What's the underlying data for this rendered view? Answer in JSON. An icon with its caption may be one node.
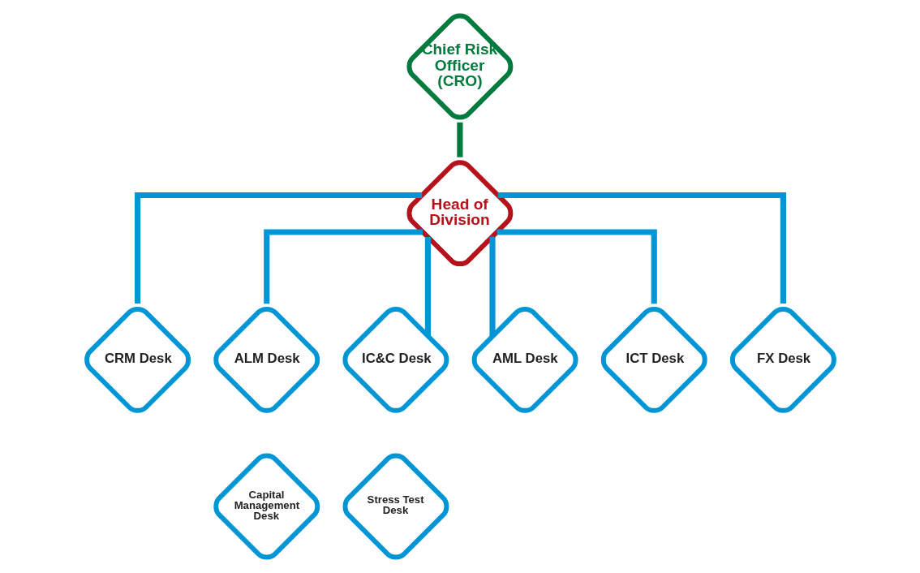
{
  "diagram": {
    "nodes": [
      {
        "text": [
          "Chief Risk Officer (CRO)"
        ]
      },
      {
        "text": [
          "Head of Division"
        ]
      },
      {
        "text": [
          "CRM Desk"
        ]
      },
      {
        "text": [
          "ALM Desk"
        ]
      },
      {
        "text": [
          "IC&C Desk"
        ]
      },
      {
        "text": [
          "AML Desk"
        ]
      },
      {
        "text": [
          "ICT Desk"
        ]
      },
      {
        "text": [
          "FX Desk"
        ]
      },
      {
        "text": [
          "Capital Management Desk"
        ]
      },
      {
        "text": [
          "Stress Test Desk"
        ]
      }
    ],
    "edges": [
      {
        "from": 0,
        "to": 1,
        "arrow": "none",
        "color": "#007a3d"
      },
      {
        "from": 1,
        "to": 2,
        "arrow": "none"
      },
      {
        "from": 1,
        "to": 3,
        "arrow": "none"
      },
      {
        "from": 1,
        "to": 4,
        "arrow": "none"
      },
      {
        "from": 1,
        "to": 5,
        "arrow": "none"
      },
      {
        "from": 1,
        "to": 6,
        "arrow": "none"
      },
      {
        "from": 1,
        "to": 7,
        "arrow": "none"
      }
    ]
  }
}
